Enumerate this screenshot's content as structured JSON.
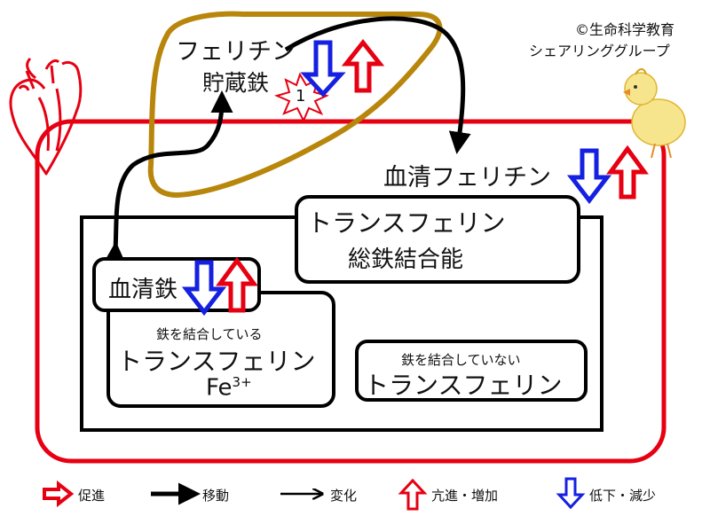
{
  "credit": {
    "line1": "©生命科学教育",
    "line2": "シェアリンググループ"
  },
  "liver": {
    "label1": "フェリチン",
    "label2": "貯蔵鉄",
    "badge": "1"
  },
  "serum_ferritin": {
    "label": "血清フェリチン"
  },
  "tibc": {
    "label1": "トランスフェリン",
    "label2": "総鉄結合能"
  },
  "serum_iron": {
    "label": "血清鉄"
  },
  "bound_tf": {
    "small": "鉄を結合している",
    "main": "トランスフェリン",
    "fe": "Fe",
    "fe_sup": "3+"
  },
  "unbound_tf": {
    "small": "鉄を結合していない",
    "main": "トランスフェリン"
  },
  "legend": {
    "promote": "促進",
    "move": "移動",
    "change": "変化",
    "increase": "亢進・増加",
    "decrease": "低下・減少"
  },
  "colors": {
    "red": "#e60012",
    "blue": "#1520e0",
    "gold": "#b8860b",
    "black": "#000000"
  }
}
